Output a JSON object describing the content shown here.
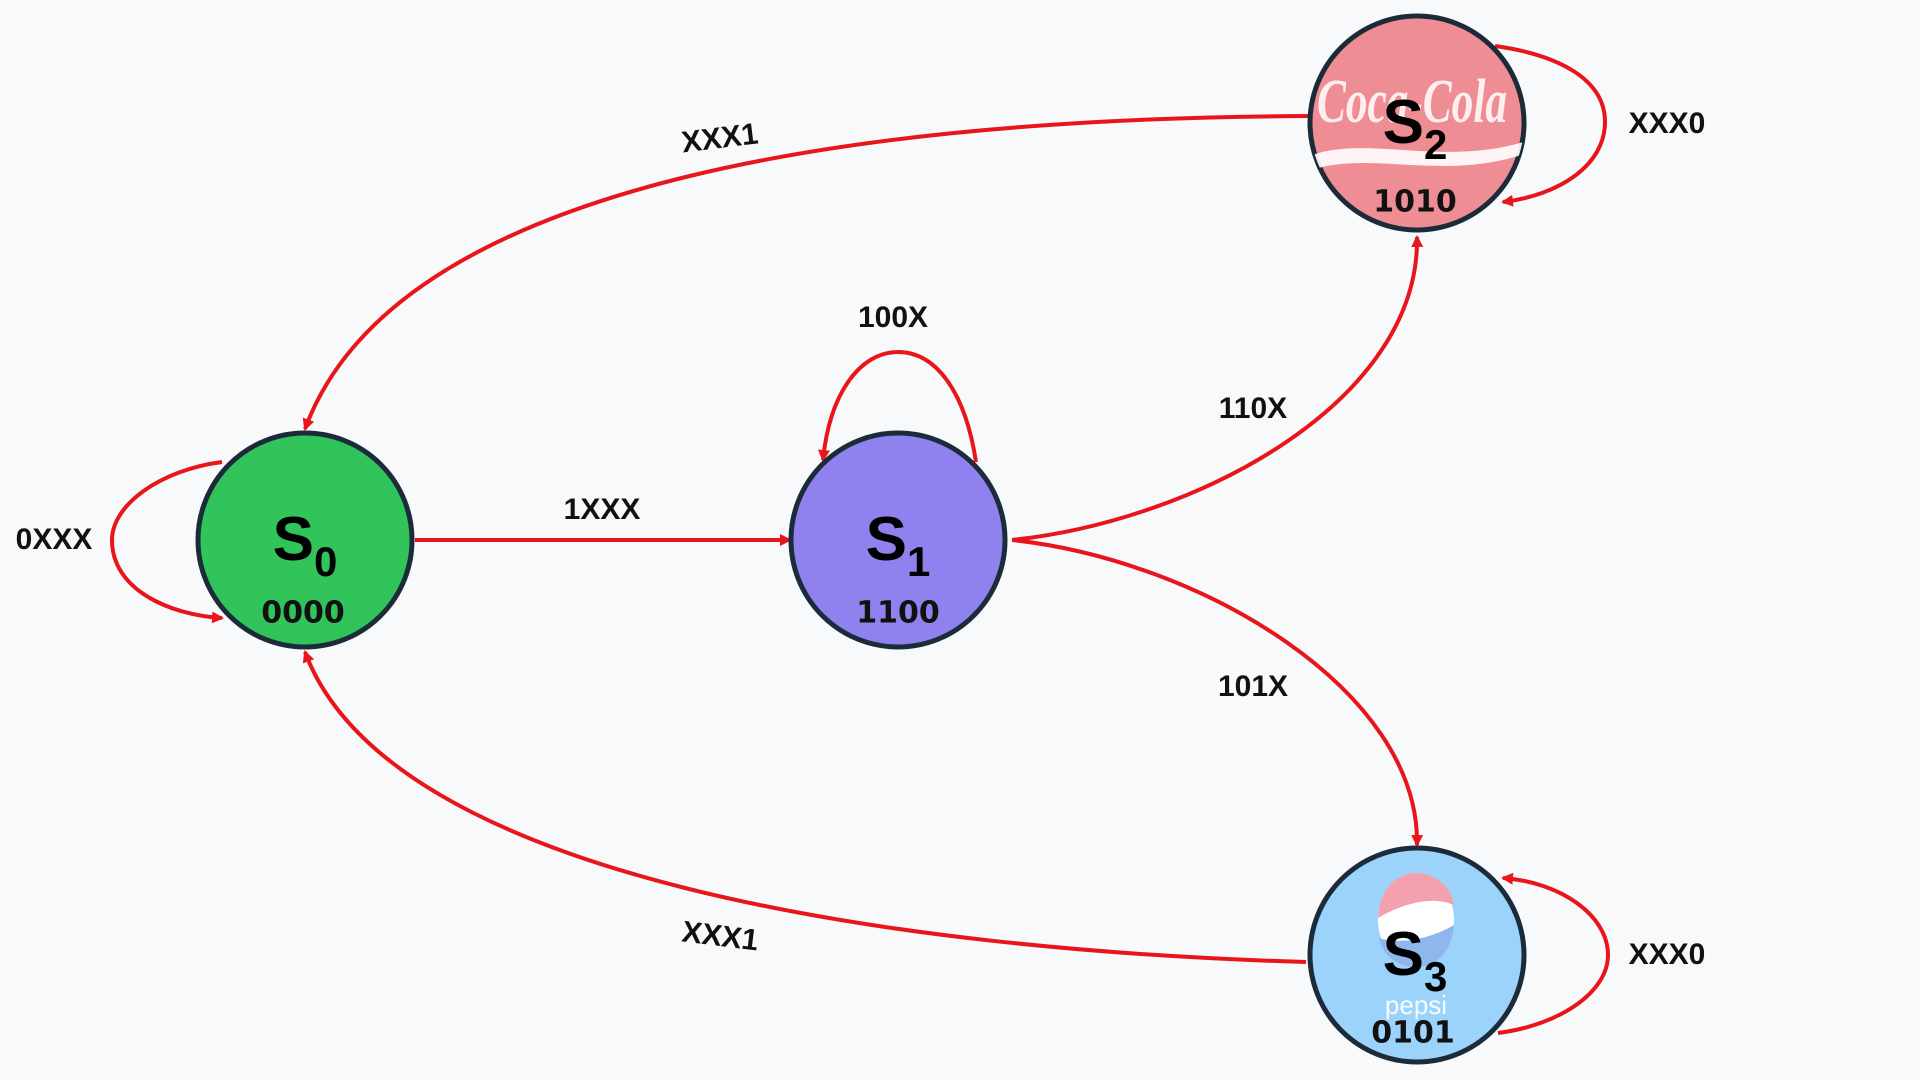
{
  "states": [
    {
      "id": "s0",
      "letter": "S",
      "sub": "0",
      "code": "0000",
      "color": "#31c45a"
    },
    {
      "id": "s1",
      "letter": "S",
      "sub": "1",
      "code": "1100",
      "color": "#8f82ee"
    },
    {
      "id": "s2",
      "letter": "S",
      "sub": "2",
      "code": "1010",
      "color": "#ee8d94"
    },
    {
      "id": "s3",
      "letter": "S",
      "sub": "3",
      "code": "0101",
      "color": "#9cd3fa"
    }
  ],
  "transitions": [
    {
      "from": "s0",
      "to": "s0",
      "label": "0XXX"
    },
    {
      "from": "s0",
      "to": "s1",
      "label": "1XXX"
    },
    {
      "from": "s1",
      "to": "s1",
      "label": "100X"
    },
    {
      "from": "s1",
      "to": "s2",
      "label": "110X"
    },
    {
      "from": "s1",
      "to": "s3",
      "label": "101X"
    },
    {
      "from": "s2",
      "to": "s2",
      "label": "XXX0"
    },
    {
      "from": "s2",
      "to": "s0",
      "label": "XXX1"
    },
    {
      "from": "s3",
      "to": "s3",
      "label": "XXX0"
    },
    {
      "from": "s3",
      "to": "s0",
      "label": "XXX1"
    }
  ],
  "logos": {
    "s2": {
      "name": "coca-cola-logo",
      "text": "Coca-Cola"
    },
    "s3": {
      "name": "pepsi-logo",
      "text": "pepsi"
    }
  },
  "colors": {
    "edge": "#e8161b",
    "node_border": "#1c2b3a",
    "background": "#f7f9fb"
  }
}
